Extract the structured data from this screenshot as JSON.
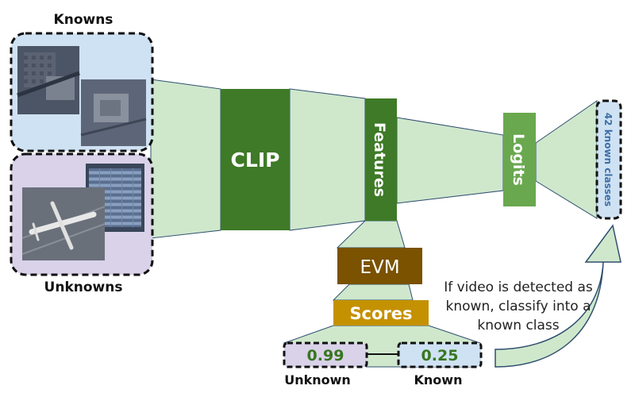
{
  "groups": {
    "knowns_label": "Knowns",
    "unknowns_label": "Unknowns"
  },
  "blocks": {
    "clip": "CLIP",
    "features": "Features",
    "logits": "Logits",
    "classes": "42 known classes",
    "evm": "EVM",
    "scores": "Scores"
  },
  "scores": {
    "unknown_value": "0.99",
    "unknown_label": "Unknown",
    "known_value": "0.25",
    "known_label": "Known"
  },
  "note": {
    "line1": "If video is detected as",
    "line2": "known, classify into a",
    "line3": "known class"
  },
  "colors": {
    "funnel": "#cfe8cc",
    "dark_green": "#3e7a27",
    "mid_green": "#5aa04a",
    "evm_brown": "#7a5200",
    "scores_gold": "#c49100",
    "knowns_bg": "#cfe2f3",
    "unknowns_bg": "#d9d2e9",
    "value_green": "#38761d",
    "classes_text": "#3d6fa8"
  }
}
